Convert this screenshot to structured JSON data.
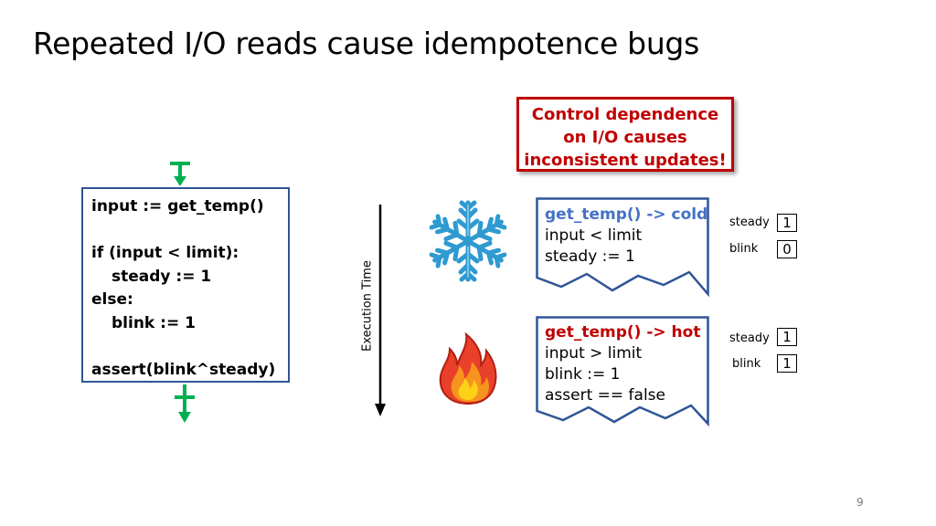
{
  "title": "Repeated I/O reads cause idempotence bugs",
  "callout": {
    "lines": [
      "Control dependence",
      "on I/O causes",
      "inconsistent updates!"
    ],
    "color": "#c00000"
  },
  "code": {
    "border_color": "#2f5597",
    "lines": [
      "input := get_temp()",
      "",
      "if (input < limit):",
      "steady := 1",
      "else:",
      "blink := 1",
      "",
      "assert(blink^steady)"
    ]
  },
  "timeline_label": "Execution Time",
  "executions": [
    {
      "icon": "snowflake-icon",
      "header": "get_temp() -> cold",
      "header_color": "#4472c4",
      "lines": [
        "input < limit",
        "steady := 1"
      ],
      "state": [
        {
          "label": "steady",
          "value": "1"
        },
        {
          "label": "blink",
          "value": "0"
        }
      ]
    },
    {
      "icon": "fire-icon",
      "header": "get_temp() -> hot",
      "header_color": "#c00000",
      "lines": [
        "input > limit",
        "blink := 1",
        "assert == false"
      ],
      "state": [
        {
          "label": "steady",
          "value": "1"
        },
        {
          "label": "blink",
          "value": "1"
        }
      ]
    }
  ],
  "connector_color": "#00b050",
  "page_number": "9"
}
